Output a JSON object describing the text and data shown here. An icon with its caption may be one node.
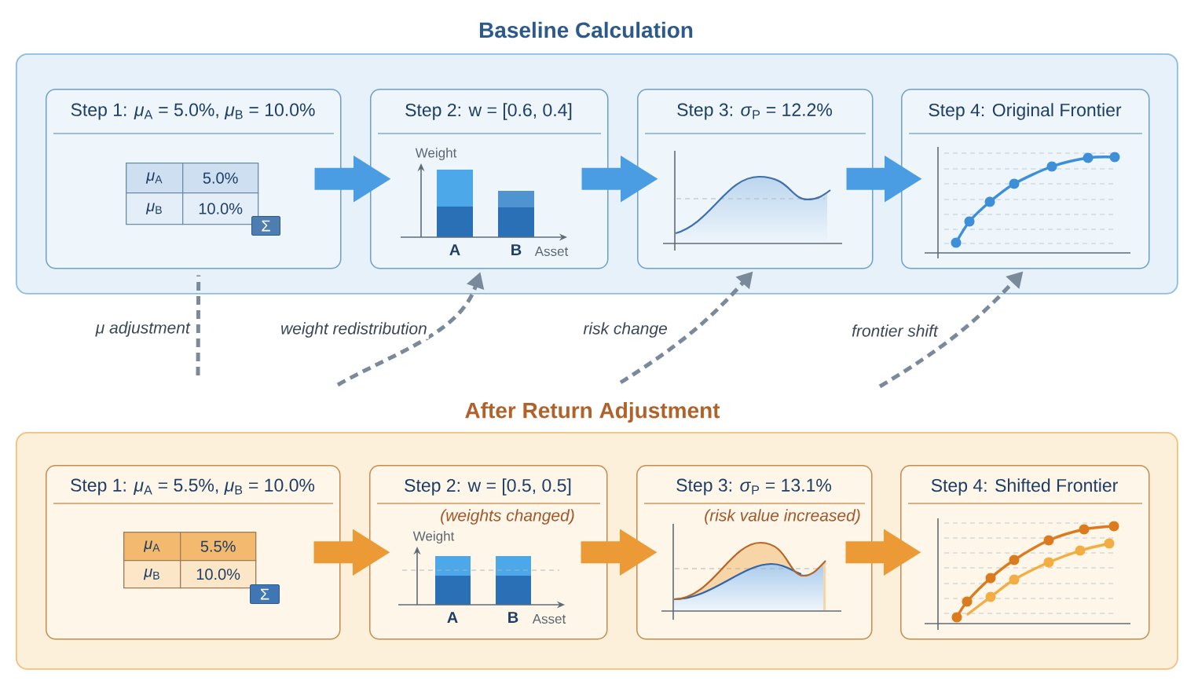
{
  "diagram": {
    "nodes": [
      {
        "text": [
          "Baseline Calculation"
        ]
      },
      {
        "text": [
          "Step 1: *μ*$_{A}$ = 5.0%, *μ*$_{B}$ = 10.0%"
        ],
        "in": 0
      },
      {
        "text": [
          "Step 2: w = [0.6, 0.4]"
        ],
        "in": 0
      },
      {
        "text": [
          "Step 3: *σ*$_{P}$ = 12.2%"
        ],
        "in": 0
      },
      {
        "text": [
          "Step 4: Original Frontier"
        ],
        "in": 0
      },
      {
        "text": [
          "After Return Adjustment"
        ]
      },
      {
        "text": [
          "Step 1: *μ*$_{A}$ = 5.5%, *μ*$_{B}$ = 10.0%"
        ],
        "in": 5
      },
      {
        "text": [
          "Step 2: w = [0.5, 0.5]",
          "(weights changed)"
        ],
        "in": 5
      },
      {
        "text": [
          "Step 3: *σ*$_{P}$ = 13.1%",
          "(risk value increased)"
        ],
        "in": 5
      },
      {
        "text": [
          "Step 4: Shifted Frontier"
        ],
        "in": 5
      }
    ],
    "edges": [
      {
        "from": 1,
        "to": 2,
        "arrow": "to"
      },
      {
        "from": 2,
        "to": 3,
        "arrow": "to"
      },
      {
        "from": 3,
        "to": 4,
        "arrow": "to"
      },
      {
        "from": 6,
        "to": 7,
        "arrow": "to",
        "color": "#ec9a35"
      },
      {
        "from": 7,
        "to": 8,
        "arrow": "to",
        "color": "#ec9a35"
      },
      {
        "from": 8,
        "to": 9,
        "arrow": "to",
        "color": "#ec9a35"
      },
      {
        "from": null,
        "to": 1,
        "arrow": "none",
        "label": "μ adjustment",
        "style": "dashed",
        "color": "#7b8a9a"
      },
      {
        "from": null,
        "to": 2,
        "arrow": "to",
        "label": "weight redistribution",
        "style": "dashed",
        "color": "#7b8a9a"
      },
      {
        "from": null,
        "to": 3,
        "arrow": "to",
        "label": "risk change",
        "style": "dashed",
        "color": "#7b8a9a"
      },
      {
        "from": null,
        "to": 4,
        "arrow": "to",
        "label": "frontier shift",
        "style": "dashed",
        "color": "#7b8a9a"
      }
    ],
    "labels": [
      "*μ*$_{A}$",
      "5.0%",
      "*μ*$_{B}$",
      "10.0%",
      "Σ",
      "Weight",
      "A",
      "B",
      "Asset",
      "*μ*$_{A}$",
      "5.5%",
      "*μ*$_{B}$",
      "10.0%",
      "Σ",
      "Weight",
      "A",
      "B",
      "Asset"
    ]
  }
}
